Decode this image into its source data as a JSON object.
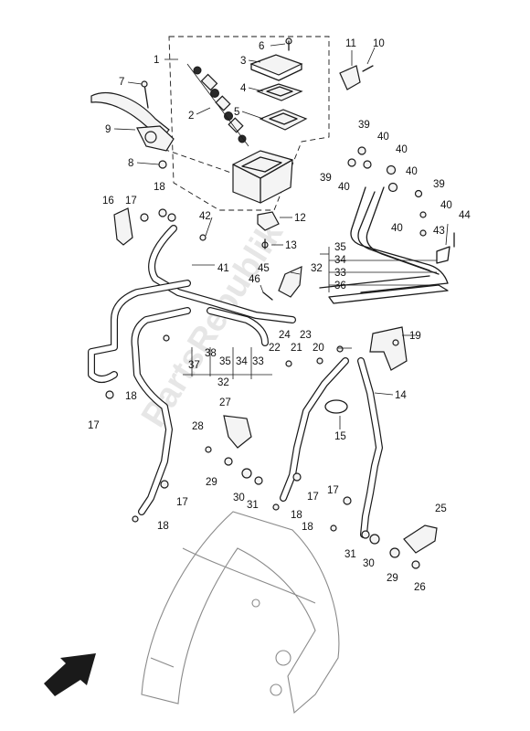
{
  "diagram": {
    "watermark": "PartsRepublik",
    "callouts": [
      {
        "id": "c1",
        "text": "1"
      },
      {
        "id": "c2",
        "text": "2"
      },
      {
        "id": "c3",
        "text": "3"
      },
      {
        "id": "c4",
        "text": "4"
      },
      {
        "id": "c5",
        "text": "5"
      },
      {
        "id": "c6",
        "text": "6"
      },
      {
        "id": "c7",
        "text": "7"
      },
      {
        "id": "c8",
        "text": "8"
      },
      {
        "id": "c9",
        "text": "9"
      },
      {
        "id": "c10",
        "text": "10"
      },
      {
        "id": "c11",
        "text": "11"
      },
      {
        "id": "c12",
        "text": "12"
      },
      {
        "id": "c13",
        "text": "13"
      },
      {
        "id": "c14",
        "text": "14"
      },
      {
        "id": "c15",
        "text": "15"
      },
      {
        "id": "c16",
        "text": "16"
      },
      {
        "id": "c17a",
        "text": "17"
      },
      {
        "id": "c17b",
        "text": "17"
      },
      {
        "id": "c17c",
        "text": "17"
      },
      {
        "id": "c17d",
        "text": "17"
      },
      {
        "id": "c17e",
        "text": "17"
      },
      {
        "id": "c18a",
        "text": "18"
      },
      {
        "id": "c18b",
        "text": "18"
      },
      {
        "id": "c18c",
        "text": "18"
      },
      {
        "id": "c18d",
        "text": "18"
      },
      {
        "id": "c18e",
        "text": "18"
      },
      {
        "id": "c19",
        "text": "19"
      },
      {
        "id": "c20",
        "text": "20"
      },
      {
        "id": "c21",
        "text": "21"
      },
      {
        "id": "c22",
        "text": "22"
      },
      {
        "id": "c23",
        "text": "23"
      },
      {
        "id": "c24",
        "text": "24"
      },
      {
        "id": "c25",
        "text": "25"
      },
      {
        "id": "c26",
        "text": "26"
      },
      {
        "id": "c27",
        "text": "27"
      },
      {
        "id": "c28",
        "text": "28"
      },
      {
        "id": "c29a",
        "text": "29"
      },
      {
        "id": "c29b",
        "text": "29"
      },
      {
        "id": "c30a",
        "text": "30"
      },
      {
        "id": "c30b",
        "text": "30"
      },
      {
        "id": "c31a",
        "text": "31"
      },
      {
        "id": "c31b",
        "text": "31"
      },
      {
        "id": "c32a",
        "text": "32"
      },
      {
        "id": "c32b",
        "text": "32"
      },
      {
        "id": "c33a",
        "text": "33"
      },
      {
        "id": "c33b",
        "text": "33"
      },
      {
        "id": "c34a",
        "text": "34"
      },
      {
        "id": "c34b",
        "text": "34"
      },
      {
        "id": "c35a",
        "text": "35"
      },
      {
        "id": "c35b",
        "text": "35"
      },
      {
        "id": "c36",
        "text": "36"
      },
      {
        "id": "c37",
        "text": "37"
      },
      {
        "id": "c38",
        "text": "38"
      },
      {
        "id": "c39a",
        "text": "39"
      },
      {
        "id": "c39b",
        "text": "39"
      },
      {
        "id": "c39c",
        "text": "39"
      },
      {
        "id": "c40a",
        "text": "40"
      },
      {
        "id": "c40b",
        "text": "40"
      },
      {
        "id": "c40c",
        "text": "40"
      },
      {
        "id": "c40d",
        "text": "40"
      },
      {
        "id": "c40e",
        "text": "40"
      },
      {
        "id": "c40f",
        "text": "40"
      },
      {
        "id": "c41",
        "text": "41"
      },
      {
        "id": "c42",
        "text": "42"
      },
      {
        "id": "c43",
        "text": "43"
      },
      {
        "id": "c44",
        "text": "44"
      },
      {
        "id": "c45",
        "text": "45"
      },
      {
        "id": "c46",
        "text": "46"
      }
    ]
  }
}
